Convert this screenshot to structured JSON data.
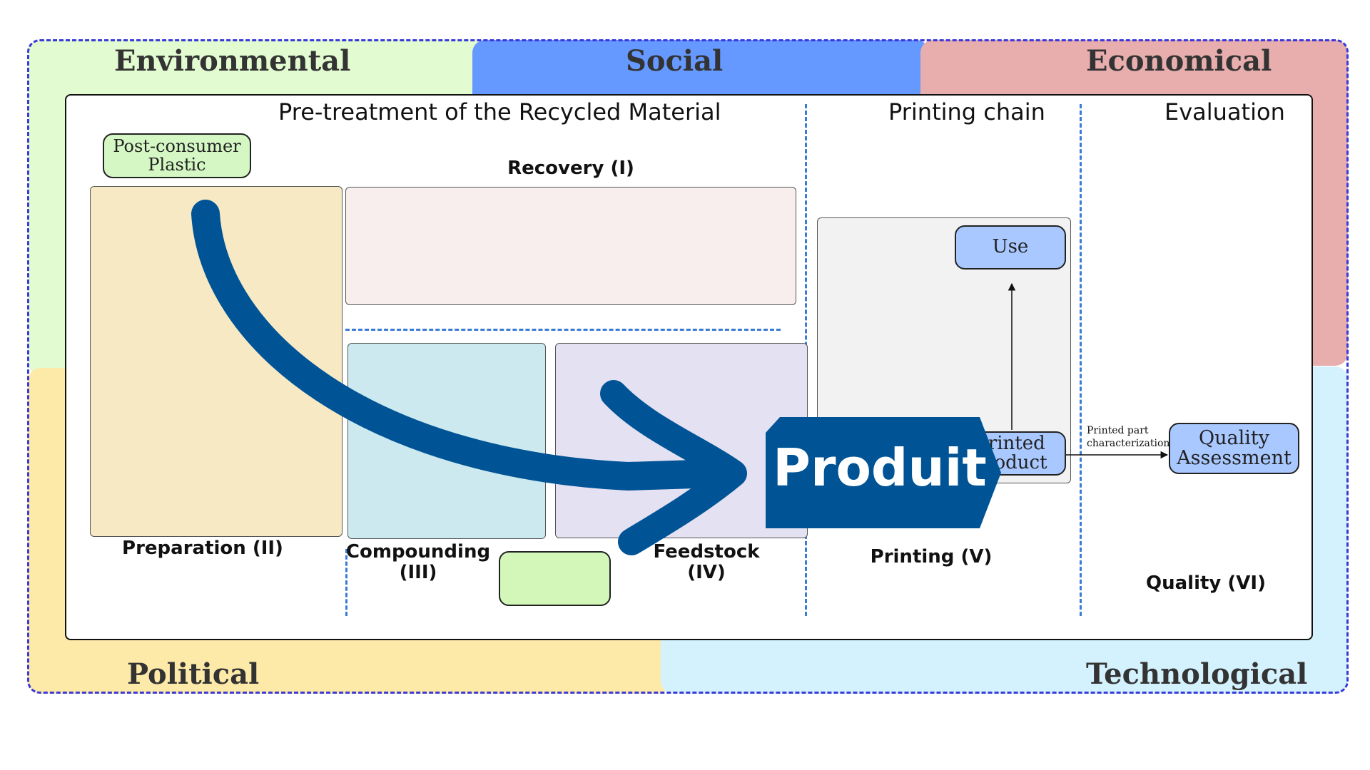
{
  "quadrants": {
    "environmental": "Environmental",
    "social": "Social",
    "economical": "Economical",
    "political": "Political",
    "technological": "Technological"
  },
  "headers": {
    "pretreatment": "Pre-treatment of the Recycled Material",
    "printing_chain": "Printing chain",
    "evaluation": "Evaluation"
  },
  "stages": {
    "recovery": "Recovery (I)",
    "preparation": "Preparation (II)",
    "compounding": "Compounding\n(III)",
    "feedstock": "Feedstock\n(IV)",
    "printing": "Printing (V)",
    "quality": "Quality (VI)"
  },
  "nodes": {
    "post_consumer": "Post-consumer\nPlastic",
    "use": "Use",
    "printed_product": "Printed\nproduct",
    "quality_assessment": "Quality\nAssessment"
  },
  "edge_labels": {
    "printed_part": "Printed part\ncharacterization"
  },
  "overlay": {
    "label": "Produit"
  },
  "colors": {
    "environmental": "#e2fbd0",
    "social": "#6699ff",
    "economical": "#e8adad",
    "political": "#fdeaa8",
    "technological": "#d4f2fd",
    "arrow": "#005496",
    "dash": "#3a3adb"
  }
}
